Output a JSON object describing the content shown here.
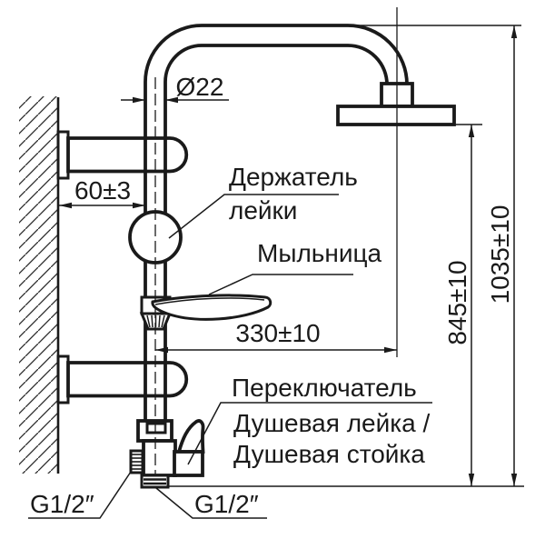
{
  "drawing": {
    "background": "#ffffff",
    "line_color": "#1a1a1a",
    "labels": {
      "holder_line1": "Держатель",
      "holder_line2": "лейки",
      "soap_dish": "Мыльница",
      "diverter_line1": "Переключатель",
      "diverter_line2": "Душевая лейка /",
      "diverter_line3": "Душевая стойка",
      "thread_side": "G1/2″",
      "thread_bottom": "G1/2″"
    },
    "dimensions": {
      "pipe_diameter": "Ø22",
      "bracket_offset": "60±3",
      "dish_to_head": "330±10",
      "head_height": "845±10",
      "total_height": "1035±10"
    }
  }
}
